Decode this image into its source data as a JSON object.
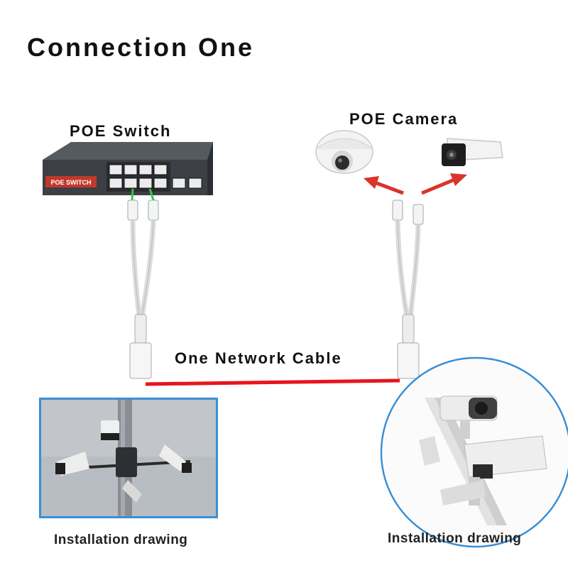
{
  "title": "Connection One",
  "switch": {
    "label": "POE Switch",
    "device_text": "POE SWITCH"
  },
  "camera": {
    "label": "POE Camera"
  },
  "cable": {
    "label": "One Network Cable",
    "color": "#e8141c"
  },
  "installation_left": {
    "caption": "Installation drawing"
  },
  "installation_right": {
    "caption": "Installation drawing"
  },
  "colors": {
    "arrow": "#d9342b",
    "frame_blue": "#3a8fd6",
    "switch_body": "#3c3f44",
    "switch_stripe": "#c0392b",
    "port_link": "#2ecc40"
  }
}
